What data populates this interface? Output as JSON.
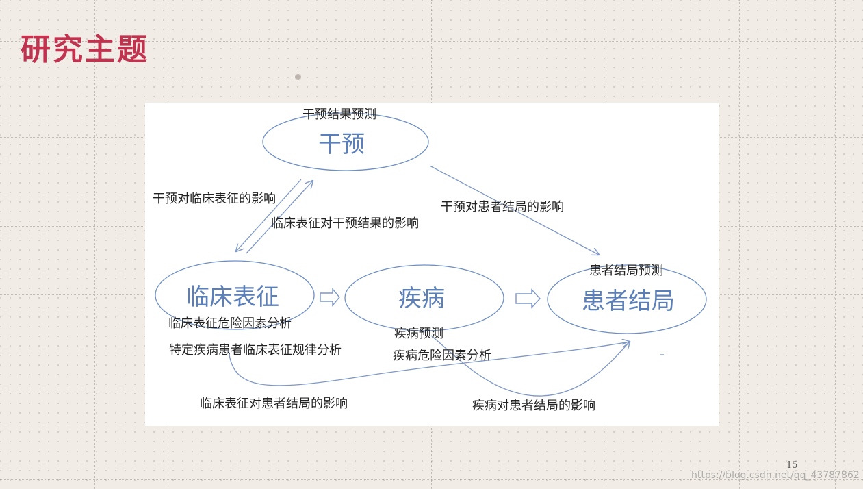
{
  "slide": {
    "title": "研究主题",
    "page_number": "15",
    "watermark": "https://blog.csdn.net/qq_43787862"
  },
  "colors": {
    "title": "#c0334f",
    "node_text": "#5b7fb8",
    "node_outline": "#6d8fc4",
    "arrow": "#7d97c6",
    "label": "#222222"
  },
  "diagram": {
    "nodes": {
      "intervention": "干预",
      "clinical": "临床表征",
      "disease": "疾病",
      "outcome": "患者结局"
    },
    "labels": {
      "intervention_prediction": "干预结果预测",
      "intervention_on_clinical": "干预对临床表征的影响",
      "clinical_on_intervention": "临床表征对干预结果的影响",
      "intervention_on_outcome": "干预对患者结局的影响",
      "outcome_prediction": "患者结局预测",
      "clinical_risk_factors": "临床表征危险因素分析",
      "specific_disease_patterns": "特定疾病患者临床表征规律分析",
      "disease_prediction": "疾病预测",
      "disease_risk_factors": "疾病危险因素分析",
      "clinical_on_outcome": "临床表征对患者结局的影响",
      "disease_on_outcome": "疾病对患者结局的影响"
    },
    "edges": [
      {
        "from": "intervention",
        "to": "clinical",
        "label": "干预对临床表征的影响"
      },
      {
        "from": "clinical",
        "to": "intervention",
        "label": "临床表征对干预结果的影响"
      },
      {
        "from": "intervention",
        "to": "outcome",
        "label": "干预对患者结局的影响"
      },
      {
        "from": "clinical",
        "to": "disease",
        "label": ""
      },
      {
        "from": "disease",
        "to": "outcome",
        "label": ""
      },
      {
        "from": "clinical",
        "to": "outcome",
        "label": "临床表征对患者结局的影响"
      },
      {
        "from": "disease",
        "to": "outcome",
        "label": "疾病对患者结局的影响"
      }
    ]
  }
}
